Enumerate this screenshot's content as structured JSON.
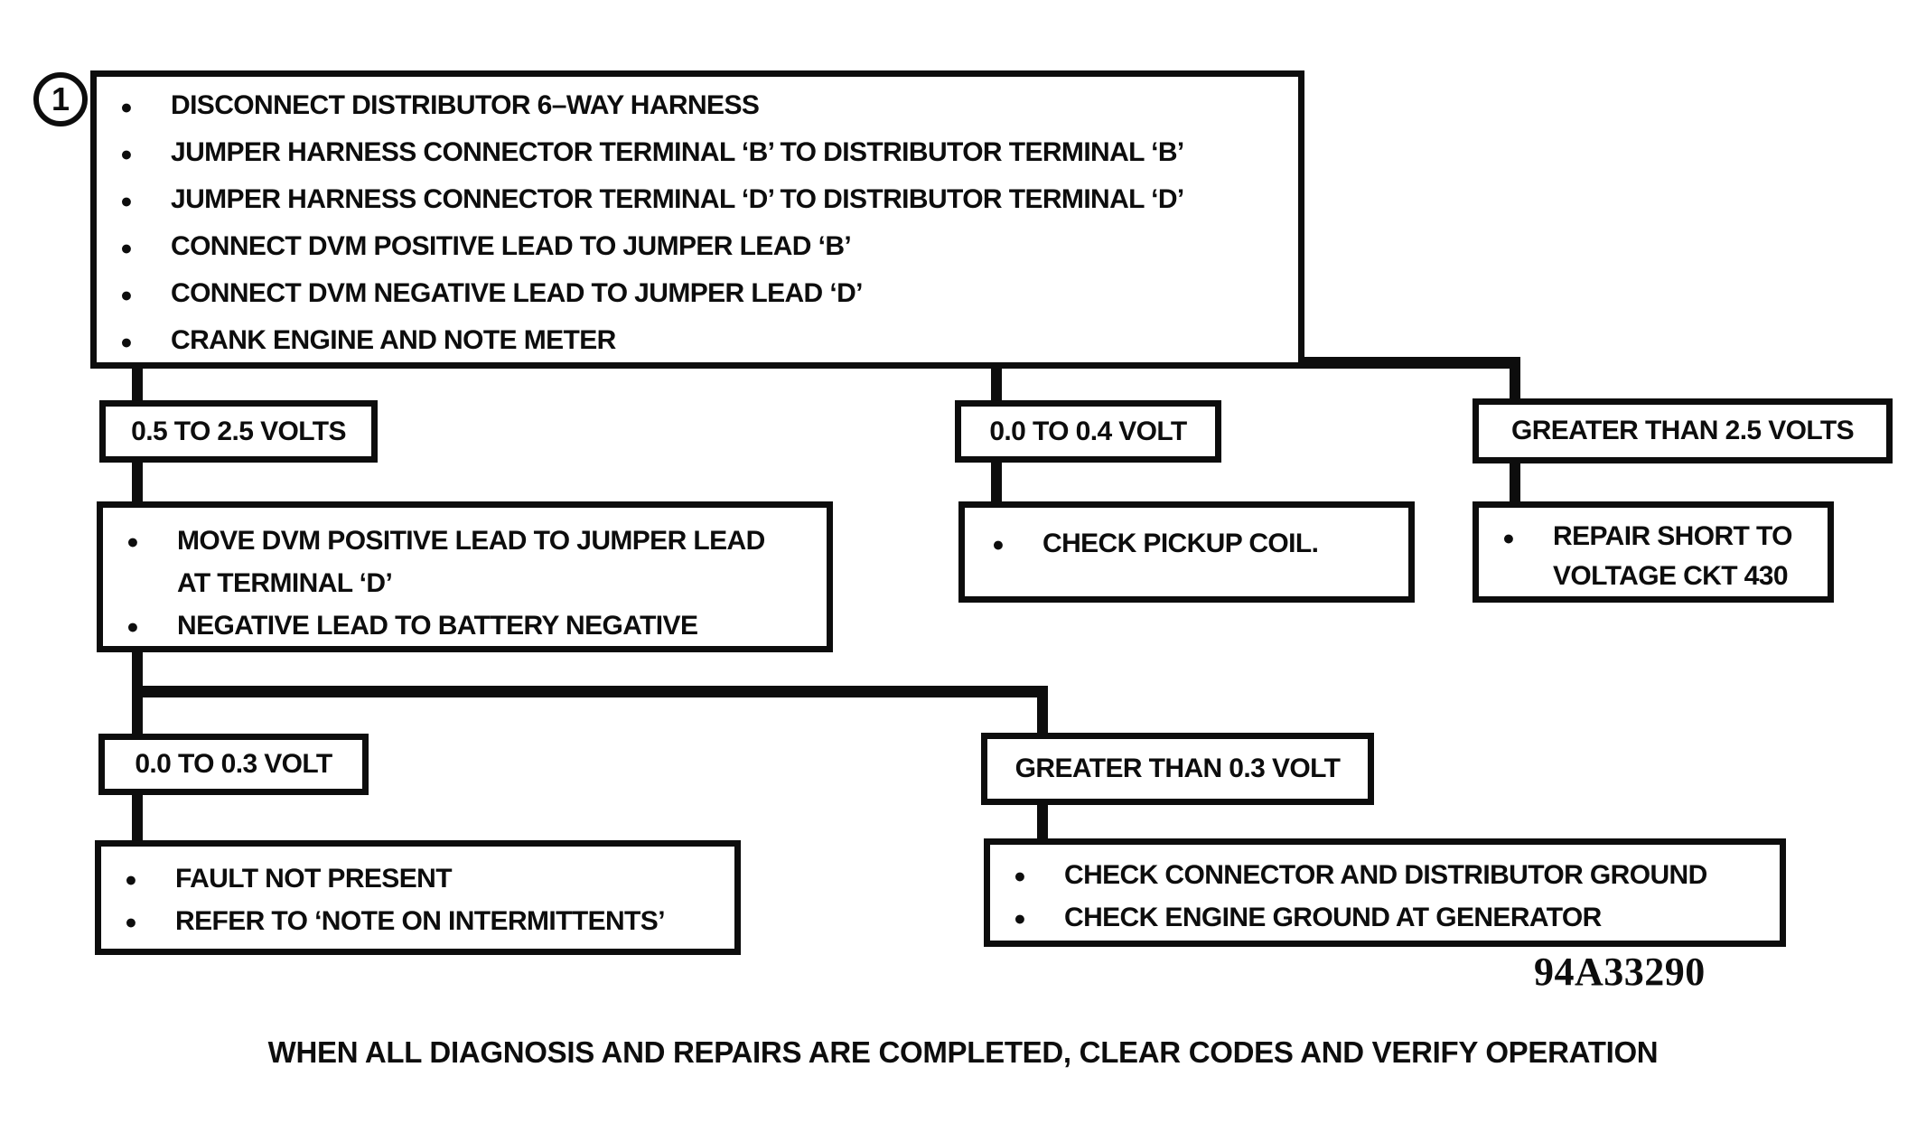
{
  "page": {
    "paper_color": "#ffffff",
    "ink_color": "#0d0d0d"
  },
  "glyphs": {
    "bullet": "●"
  },
  "step_badge": "1",
  "step_box": {
    "items": [
      "DISCONNECT DISTRIBUTOR 6–WAY HARNESS",
      "JUMPER HARNESS CONNECTOR TERMINAL ‘B’ TO DISTRIBUTOR TERMINAL ‘B’",
      "JUMPER HARNESS CONNECTOR TERMINAL ‘D’ TO DISTRIBUTOR TERMINAL ‘D’",
      "CONNECT DVM POSITIVE LEAD TO JUMPER LEAD ‘B’",
      "CONNECT DVM NEGATIVE LEAD TO JUMPER LEAD ‘D’",
      "CRANK ENGINE AND NOTE METER"
    ]
  },
  "branch_1": {
    "condition": "0.5 TO 2.5 VOLTS",
    "items": [
      "MOVE DVM POSITIVE LEAD TO JUMPER LEAD\nAT TERMINAL ‘D’",
      "NEGATIVE LEAD TO BATTERY NEGATIVE"
    ]
  },
  "branch_2": {
    "condition": "0.0 TO 0.4 VOLT",
    "items": [
      "CHECK PICKUP COIL."
    ]
  },
  "branch_3": {
    "condition": "GREATER THAN 2.5 VOLTS",
    "items": [
      "REPAIR SHORT TO\nVOLTAGE CKT 430"
    ]
  },
  "branch_4": {
    "condition": "0.0 TO 0.3 VOLT",
    "items": [
      "FAULT NOT PRESENT",
      "REFER TO ‘NOTE ON INTERMITTENTS’"
    ]
  },
  "branch_5": {
    "condition": "GREATER THAN 0.3 VOLT",
    "items": [
      "CHECK CONNECTOR AND DISTRIBUTOR GROUND",
      "CHECK ENGINE GROUND AT GENERATOR"
    ]
  },
  "figure_code": "94A33290",
  "footer_note": "WHEN ALL DIAGNOSIS AND REPAIRS ARE COMPLETED, CLEAR CODES AND VERIFY OPERATION"
}
